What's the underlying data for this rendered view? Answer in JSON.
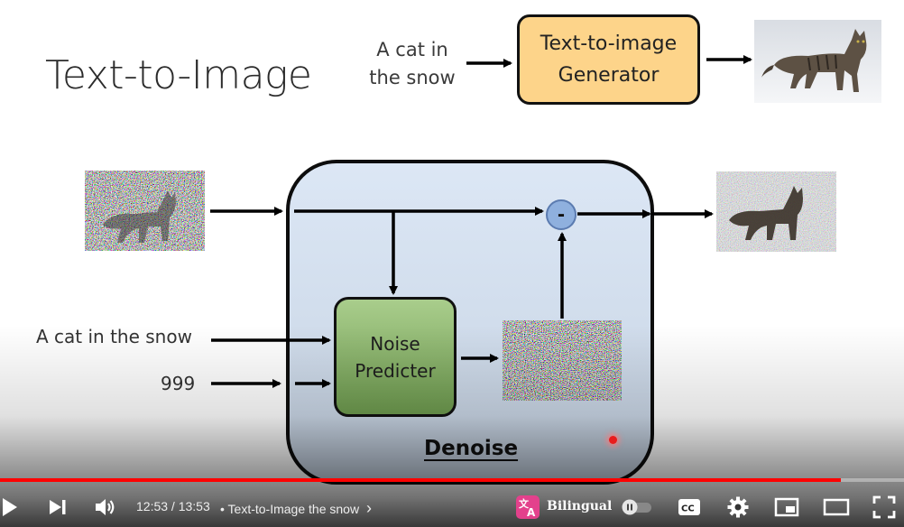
{
  "slide": {
    "title": "Text-to-Image",
    "generator_input_line1": "A cat in",
    "generator_input_line2": "the snow",
    "generator_line1": "Text-to-image",
    "generator_line2": "Generator",
    "prompt_text": "A cat in the snow",
    "step_text": "999",
    "noise_predicter_line1": "Noise",
    "noise_predicter_line2": "Predicter",
    "minus_symbol": "-",
    "denoise_label": "Denoise"
  },
  "player": {
    "time": "12:53 / 13:53",
    "chapter": "• Text-to-Image the snow",
    "chapter_chevron": "›",
    "bilingual_label": "Bilingual",
    "progress": 0.93,
    "colors": {
      "progress": "#ff0000",
      "bilingual_icon": "#e3418c"
    },
    "icons": [
      "play-icon",
      "next-icon",
      "volume-icon",
      "bilingual-translate-icon",
      "autoplay-toggle",
      "captions-icon",
      "settings-icon",
      "miniplayer-icon",
      "theater-icon",
      "fullscreen-icon"
    ]
  }
}
